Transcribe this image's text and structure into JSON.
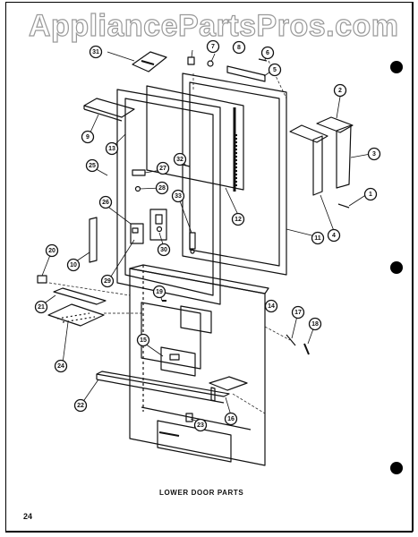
{
  "watermark": "AppliancePartsPros.com",
  "caption": "LOWER DOOR PARTS",
  "page_number": "24",
  "callouts": [
    {
      "id": "1"
    },
    {
      "id": "2"
    },
    {
      "id": "3"
    },
    {
      "id": "4"
    },
    {
      "id": "5"
    },
    {
      "id": "6"
    },
    {
      "id": "7"
    },
    {
      "id": "8"
    },
    {
      "id": "9"
    },
    {
      "id": "10"
    },
    {
      "id": "11"
    },
    {
      "id": "12"
    },
    {
      "id": "13"
    },
    {
      "id": "14"
    },
    {
      "id": "15"
    },
    {
      "id": "16"
    },
    {
      "id": "17"
    },
    {
      "id": "18"
    },
    {
      "id": "19"
    },
    {
      "id": "20"
    },
    {
      "id": "21"
    },
    {
      "id": "22"
    },
    {
      "id": "23"
    },
    {
      "id": "24"
    },
    {
      "id": "25"
    },
    {
      "id": "26"
    },
    {
      "id": "27"
    },
    {
      "id": "28"
    },
    {
      "id": "29"
    },
    {
      "id": "30"
    },
    {
      "id": "31"
    },
    {
      "id": "32"
    },
    {
      "id": "33"
    }
  ],
  "colors": {
    "ink": "#111111",
    "paper": "#ffffff",
    "watermark_outline": "#9a9a9a"
  }
}
